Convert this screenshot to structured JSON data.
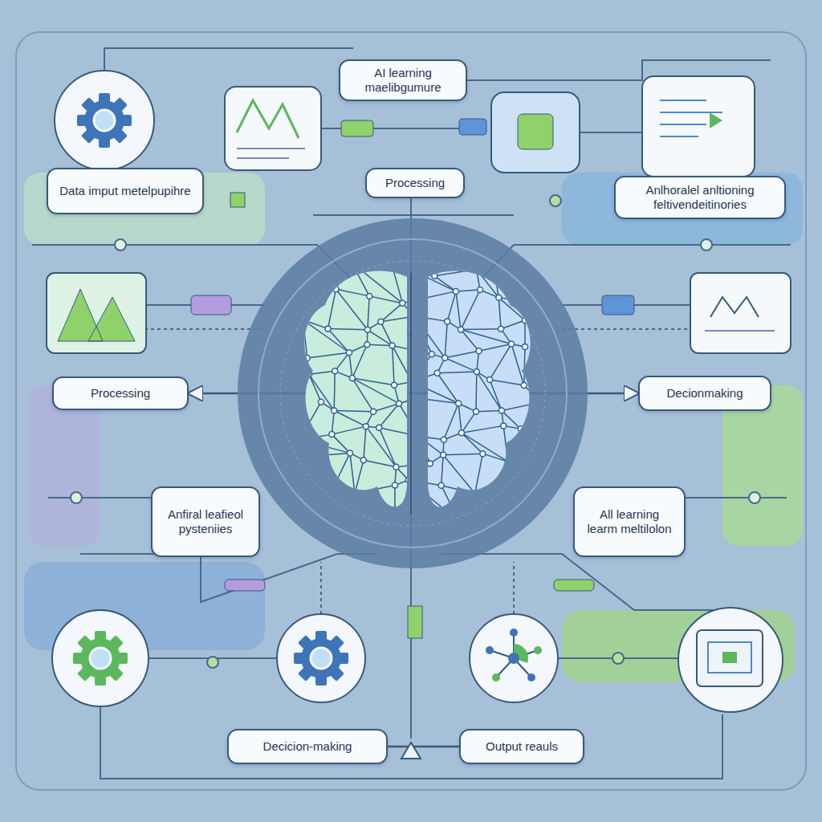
{
  "diagram": {
    "nodes": [
      {
        "text": [
          "AI learning maelibgumure"
        ]
      },
      {
        "text": [
          "Data imput metelpupihre"
        ]
      },
      {
        "text": [
          "Processing"
        ]
      },
      {
        "text": [
          "Anlhoralel anltioning feltivendeitinories"
        ]
      },
      {
        "text": [
          "Processing"
        ]
      },
      {
        "text": [
          "Decionmaking"
        ]
      },
      {
        "text": [
          "Anfiral leafieol pysteniies"
        ]
      },
      {
        "text": [
          "All learning learm meltilolon"
        ]
      },
      {
        "text": [
          "Decicion-making"
        ]
      },
      {
        "text": [
          "Output reauls"
        ]
      }
    ],
    "edges": [
      {
        "from": 4,
        "to": 5,
        "arrow": "both"
      },
      {
        "from": 8,
        "to": 9,
        "arrow": "none"
      }
    ]
  }
}
